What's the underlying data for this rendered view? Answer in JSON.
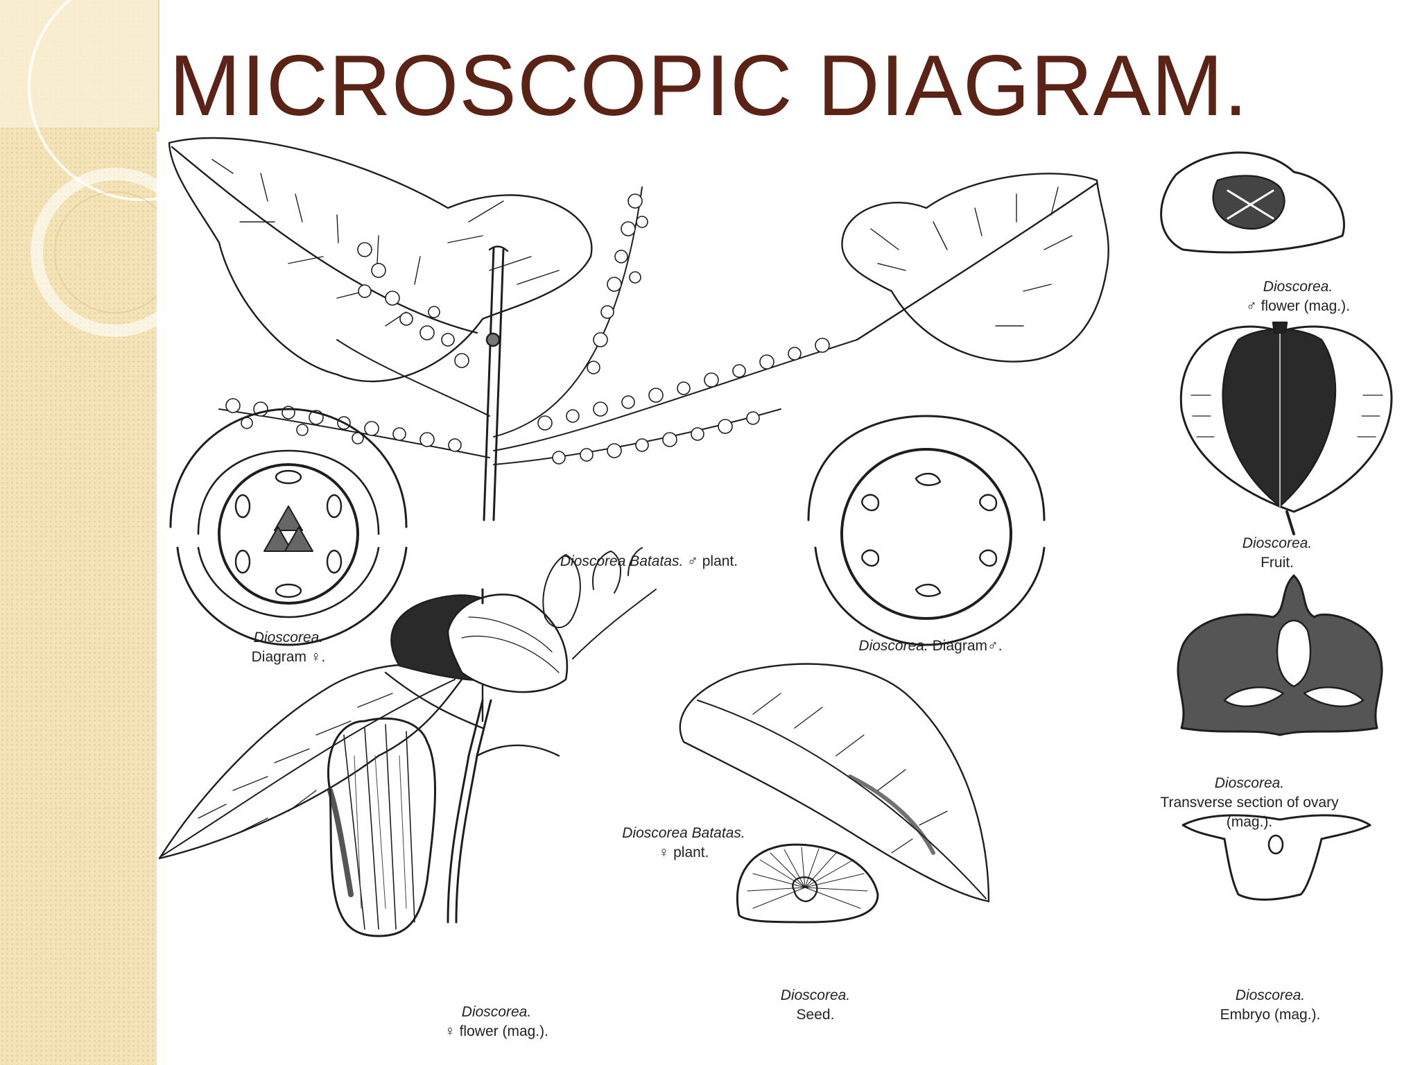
{
  "slide": {
    "title": "MICROSCOPIC DIAGRAM."
  },
  "figures": {
    "male_flower": {
      "line1": "Dioscorea.",
      "line2": "♂ flower (mag.)."
    },
    "fruit": {
      "line1": "Dioscorea.",
      "line2": "Fruit."
    },
    "male_plant": {
      "line1": "Dioscorea Batatas.",
      "line2": "♂ plant."
    },
    "female_diagram": {
      "line1": "Dioscorea.",
      "line2": "Diagram ♀."
    },
    "male_diagram": {
      "line1": "Dioscorea.",
      "line2": "Diagram♂."
    },
    "ovary_section": {
      "line1": "Dioscorea.",
      "line2": "Transverse section of ovary",
      "line3": "(mag.)."
    },
    "female_plant": {
      "line1": "Dioscorea Batatas.",
      "line2": "♀ plant."
    },
    "seed": {
      "line1": "Dioscorea.",
      "line2": "Seed."
    },
    "embryo": {
      "line1": "Dioscorea.",
      "line2": "Embryo (mag.)."
    },
    "female_flower": {
      "line1": "Dioscorea.",
      "line2": "♀ flower (mag.)."
    }
  },
  "colors": {
    "title": "#5b2315",
    "sidebar": "#f3e3b6",
    "ink": "#222222"
  }
}
